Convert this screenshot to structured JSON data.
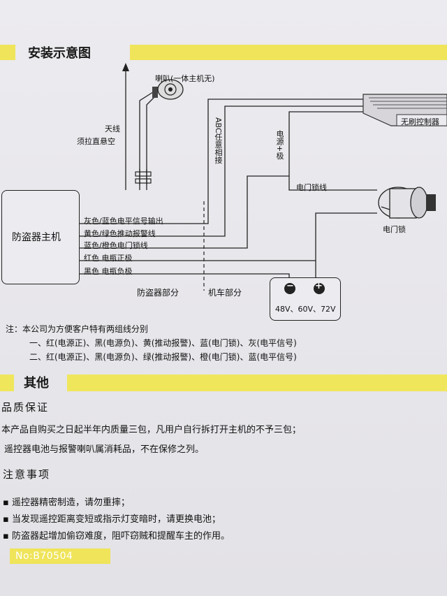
{
  "header": {
    "title": "安装示意图"
  },
  "diagram": {
    "speaker": "喇叭(一体主机无)",
    "antenna_1": "天线",
    "antenna_2": "须拉直悬空",
    "abc": "ABC任意相接",
    "controller": "无刷控制器",
    "power_plus": "电源+极",
    "door_lock_wire": "电门锁线",
    "door_lock": "电门锁",
    "main_unit": "防盗器主机",
    "wires": [
      "灰色/蓝色电平信号输出",
      "黄色/绿色推动报警线",
      "蓝色/橙色电门锁线",
      "红色  电瓶正极",
      "黑色  电瓶负极"
    ],
    "alarm_part": "防盗器部分",
    "vehicle_part": "机车部分",
    "battery_minus": "−",
    "battery_plus": "+",
    "battery_voltage": "48V、60V、72V"
  },
  "notes": {
    "intro": "注：本公司为方便客户特有两组线分别",
    "line1": "一、红(电源正)、黑(电源负)、黄(推动报警)、蓝(电门锁)、灰(电平信号)",
    "line2": "二、红(电源正)、黑(电源负)、绿(推动报警)、橙(电门锁)、蓝(电平信号)"
  },
  "other": {
    "title": "其他"
  },
  "quality": {
    "title": "品质保证",
    "line1": "本产品自购买之日起半年内质量三包，凡用户自行拆打开主机的不予三包；",
    "line2": "遥控器电池与报警喇叭属消耗品，不在保修之列。"
  },
  "cautions": {
    "title": "注意事项",
    "items": [
      "遥控器精密制造，请勿重摔；",
      "当发现遥控距离变短或指示灯变暗时，请更换电池；",
      "防盗器起增加偷窃难度，阻吓窃贼和提醒车主的作用。"
    ]
  },
  "badge": "No:B70504",
  "colors": {
    "accent_yellow": "#efe45a",
    "ink": "#111111"
  }
}
